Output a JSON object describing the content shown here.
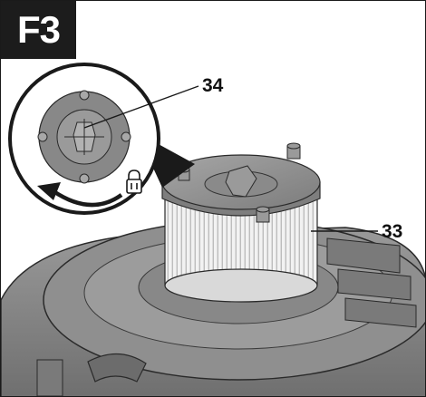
{
  "figure": {
    "tag": "F3",
    "callouts": [
      {
        "id": "34",
        "label": "34"
      },
      {
        "id": "33",
        "label": "33"
      }
    ],
    "icons": [
      "padlock-icon",
      "rotate-counterclockwise-arrow-icon"
    ],
    "colors": {
      "tag_background": "#1c1c1c",
      "housing": "#8d8d8d",
      "filter_pleats": "#eeeeee",
      "line": "#1a1a1a"
    }
  }
}
